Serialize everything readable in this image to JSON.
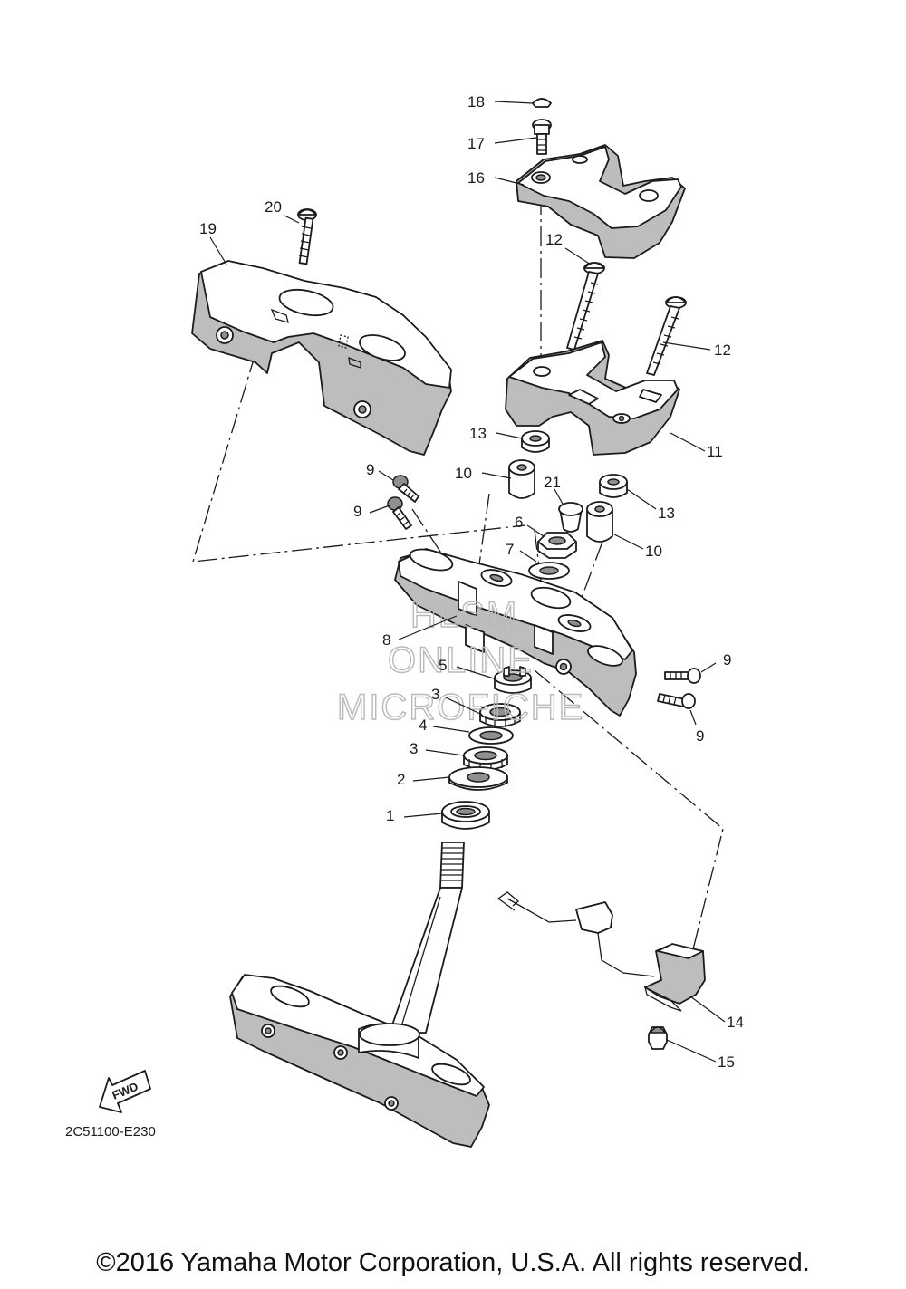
{
  "callouts": {
    "c1": "1",
    "c2": "2",
    "c3a": "3",
    "c3b": "3",
    "c4": "4",
    "c5": "5",
    "c6": "6",
    "c7": "7",
    "c8": "8",
    "c9a": "9",
    "c9b": "9",
    "c9c": "9",
    "c9d": "9",
    "c10a": "10",
    "c10b": "10",
    "c11": "11",
    "c12a": "12",
    "c12b": "12",
    "c13a": "13",
    "c13b": "13",
    "c14": "14",
    "c15": "15",
    "c16": "16",
    "c17": "17",
    "c18": "18",
    "c19": "19",
    "c20": "20",
    "c21": "21"
  },
  "diagram_code": "2C51100-E230",
  "fwd_label": "FWD",
  "watermark": {
    "line1": "HLSM",
    "line2": "ONLINE",
    "line3": "MICROFICHE"
  },
  "copyright": "©2016 Yamaha Motor Corporation, U.S.A. All rights reserved."
}
